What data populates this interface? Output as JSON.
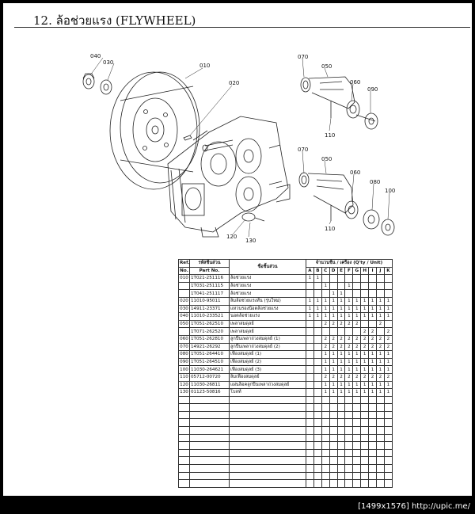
{
  "page": {
    "title": "12. ล้อช่วยแรง (FLYWHEEL)",
    "caption": "[1499x1576] http://upic.me/"
  },
  "diagram": {
    "callouts": [
      "040",
      "030",
      "010",
      "020",
      "070",
      "050",
      "060",
      "090",
      "110",
      "070",
      "050",
      "060",
      "080",
      "100",
      "110",
      "120",
      "130"
    ]
  },
  "table": {
    "headers": {
      "ref": "Ref.",
      "ref_sub": "No.",
      "part": "รหัสชิ้นส่วน",
      "part_sub": "Part No.",
      "name": "ชื่อชิ้นส่วน",
      "qty": "จำนวนชิ้น / เครื่อง (Q'ty / Unit)",
      "models": [
        "A",
        "B",
        "C",
        "D",
        "E",
        "F",
        "G",
        "H",
        "I",
        "J",
        "K"
      ]
    },
    "rows": [
      {
        "ref": "010",
        "part": "1T021-251116",
        "name": "ล้อช่วยแรง",
        "q": [
          "1",
          "1",
          "",
          "",
          "",
          "",
          "",
          "",
          "",
          "",
          ""
        ]
      },
      {
        "ref": "",
        "part": "1T031-251115",
        "name": "ล้อช่วยแรง",
        "q": [
          "",
          "",
          "1",
          "",
          "",
          "1",
          "",
          "",
          "",
          "",
          ""
        ]
      },
      {
        "ref": "",
        "part": "1T041-251117",
        "name": "ล้อช่วยแรง",
        "q": [
          "",
          "",
          "",
          "1",
          "1",
          "",
          "",
          "",
          "",
          "",
          ""
        ]
      },
      {
        "ref": "020",
        "part": "11010-95011",
        "name": "ลิ่มล้อช่วยแรงสั้น (รุ่นใหม่)",
        "q": [
          "1",
          "1",
          "1",
          "1",
          "1",
          "1",
          "1",
          "1",
          "1",
          "1",
          "1"
        ]
      },
      {
        "ref": "030",
        "part": "14911-23371",
        "name": "แหวนรองน็อตล้อช่วยแรง",
        "q": [
          "1",
          "1",
          "1",
          "1",
          "1",
          "1",
          "1",
          "1",
          "1",
          "1",
          "1"
        ]
      },
      {
        "ref": "040",
        "part": "11010-233521",
        "name": "นอตล้อช่วยแรง",
        "q": [
          "1",
          "1",
          "1",
          "1",
          "1",
          "1",
          "1",
          "1",
          "1",
          "1",
          "1"
        ]
      },
      {
        "ref": "050",
        "part": "1T051-262510",
        "name": "เพลาสมดุลย์",
        "q": [
          "",
          "",
          "2",
          "2",
          "2",
          "2",
          "2",
          "",
          "",
          "2",
          ""
        ]
      },
      {
        "ref": "",
        "part": "1T071-262520",
        "name": "เพลาสมดุลย์",
        "q": [
          "",
          "",
          "",
          "",
          "",
          "",
          "",
          "2",
          "2",
          "",
          "2"
        ]
      },
      {
        "ref": "060",
        "part": "1T051-262810",
        "name": "ลูกปืนเพลาถ่วงสมดุลย์ (1)",
        "q": [
          "",
          "",
          "2",
          "2",
          "2",
          "2",
          "2",
          "2",
          "2",
          "2",
          "2"
        ]
      },
      {
        "ref": "070",
        "part": "14921-26292",
        "name": "ลูกปืนเพลาถ่วงสมดุลย์ (2)",
        "q": [
          "",
          "",
          "2",
          "2",
          "2",
          "2",
          "2",
          "2",
          "2",
          "2",
          "2"
        ]
      },
      {
        "ref": "080",
        "part": "1T051-264410",
        "name": "เฟืองสมดุลย์ (1)",
        "q": [
          "",
          "",
          "1",
          "1",
          "1",
          "1",
          "1",
          "1",
          "1",
          "1",
          "1"
        ]
      },
      {
        "ref": "090",
        "part": "1T051-264510",
        "name": "เฟืองสมดุลย์ (2)",
        "q": [
          "",
          "",
          "1",
          "1",
          "1",
          "1",
          "1",
          "1",
          "1",
          "1",
          "1"
        ]
      },
      {
        "ref": "100",
        "part": "11030-264621",
        "name": "เฟืองสมดุลย์ (3)",
        "q": [
          "",
          "",
          "1",
          "1",
          "1",
          "1",
          "1",
          "1",
          "1",
          "1",
          "1"
        ]
      },
      {
        "ref": "110",
        "part": "05712-00720",
        "name": "ลิ่มเฟืองสมดุลย์",
        "q": [
          "",
          "",
          "2",
          "2",
          "2",
          "2",
          "2",
          "2",
          "2",
          "2",
          "2"
        ]
      },
      {
        "ref": "120",
        "part": "11030-26811",
        "name": "แผ่นล็อคลูกปืนเพลาถ่วงสมดุลย์",
        "q": [
          "",
          "",
          "1",
          "1",
          "1",
          "1",
          "1",
          "1",
          "1",
          "1",
          "1"
        ]
      },
      {
        "ref": "130",
        "part": "01123-50816",
        "name": "โบลท์",
        "q": [
          "",
          "",
          "1",
          "1",
          "1",
          "1",
          "1",
          "1",
          "1",
          "1",
          "1"
        ]
      }
    ],
    "blank_rows": 12
  }
}
